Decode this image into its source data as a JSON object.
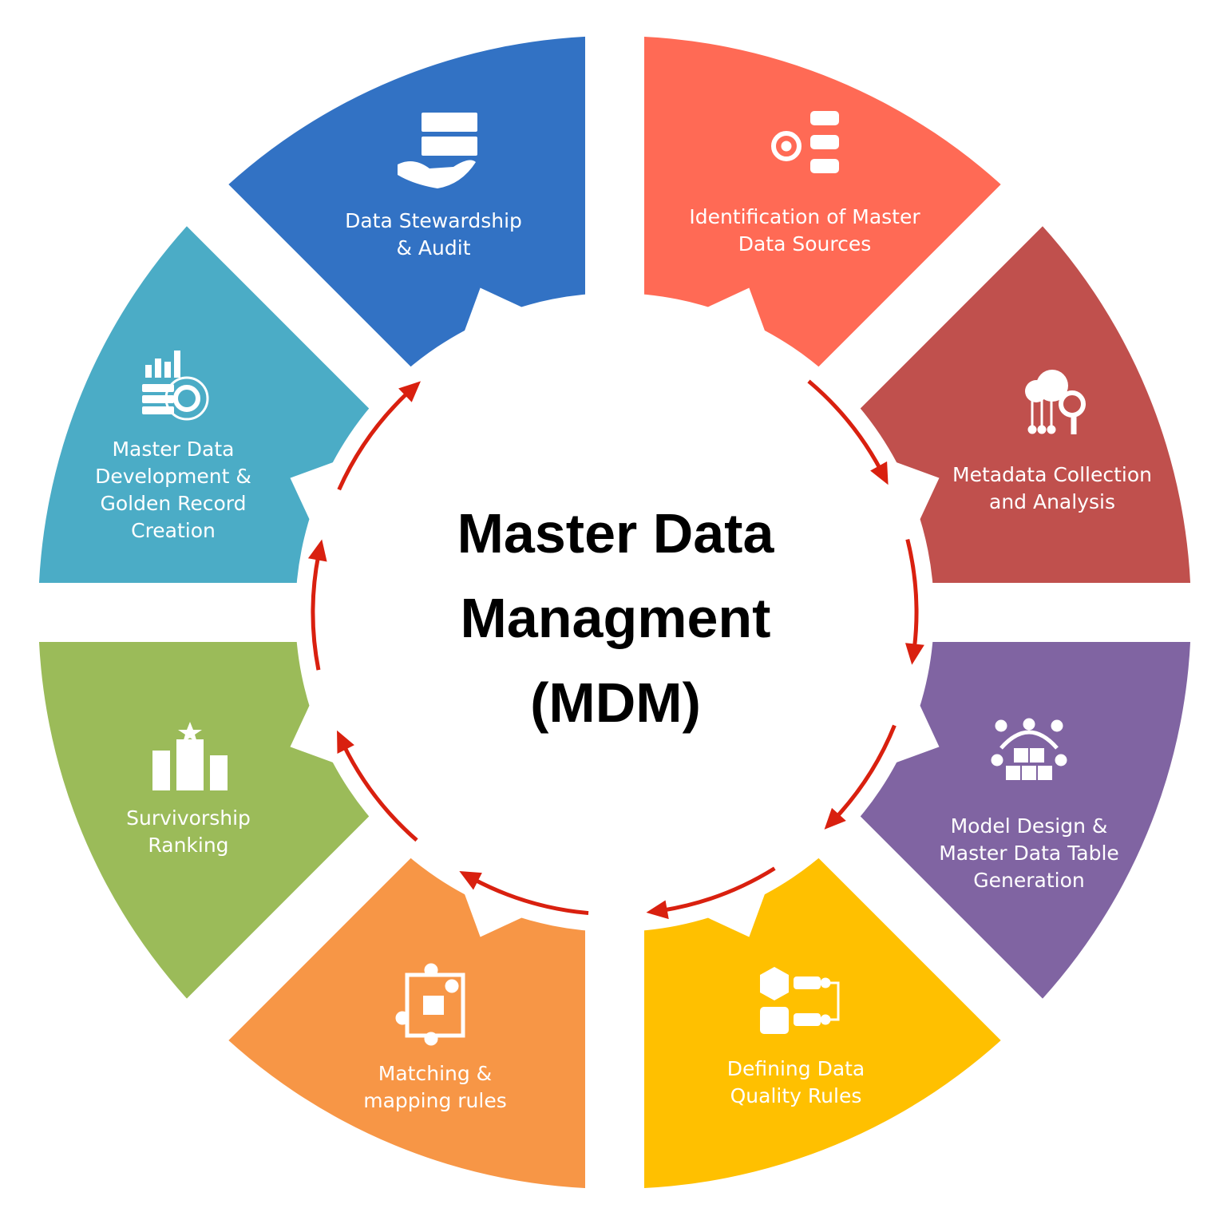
{
  "title": {
    "line1": "Master Data",
    "line2": "Managment",
    "line3": "(MDM)"
  },
  "segments": [
    {
      "id": "identification",
      "lines": [
        "Identification of Master",
        "Data Sources"
      ],
      "color": "#FF6A55",
      "icon": "data-source-search-icon"
    },
    {
      "id": "metadata",
      "lines": [
        "Metadata Collection",
        "and Analysis"
      ],
      "color": "#C0504D",
      "icon": "cloud-analysis-icon"
    },
    {
      "id": "model-design",
      "lines": [
        "Model Design &",
        "Master Data Table",
        "Generation"
      ],
      "color": "#8064A2",
      "icon": "model-cubes-icon"
    },
    {
      "id": "data-quality",
      "lines": [
        "Defining Data",
        "Quality Rules"
      ],
      "color": "#FFC000",
      "icon": "quality-rules-icon"
    },
    {
      "id": "matching",
      "lines": [
        "Matching &",
        "mapping rules"
      ],
      "color": "#F79646",
      "icon": "flowchart-icon"
    },
    {
      "id": "survivorship",
      "lines": [
        "Survivorship",
        "Ranking"
      ],
      "color": "#9BBB59",
      "icon": "ranking-podium-icon"
    },
    {
      "id": "golden-record",
      "lines": [
        "Master Data",
        "Development &",
        "Golden Record",
        "Creation"
      ],
      "color": "#4BACC6",
      "icon": "data-settings-icon"
    },
    {
      "id": "stewardship",
      "lines": [
        "Data Stewardship",
        "& Audit"
      ],
      "color": "#3272C4",
      "icon": "data-hand-icon"
    }
  ],
  "arrow_color": "#D9200F"
}
